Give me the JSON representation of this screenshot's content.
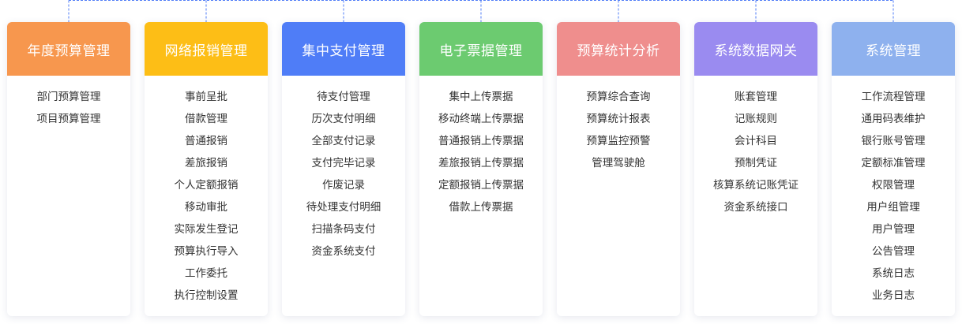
{
  "modules": [
    {
      "title": "年度预算管理",
      "color": "#F7974E",
      "items": [
        "部门预算管理",
        "项目预算管理"
      ]
    },
    {
      "title": "网络报销管理",
      "color": "#FDBE16",
      "items": [
        "事前呈批",
        "借款管理",
        "普通报销",
        "差旅报销",
        "个人定额报销",
        "移动审批",
        "实际发生登记",
        "预算执行导入",
        "工作委托",
        "执行控制设置"
      ]
    },
    {
      "title": "集中支付管理",
      "color": "#4F7DF7",
      "items": [
        "待支付管理",
        "历次支付明细",
        "全部支付记录",
        "支付完毕记录",
        "作废记录",
        "待处理支付明细",
        "扫描条码支付",
        "资金系统支付"
      ]
    },
    {
      "title": "电子票据管理",
      "color": "#6CCB70",
      "items": [
        "集中上传票据",
        "移动终端上传票据",
        "普通报销上传票据",
        "差旅报销上传票据",
        "定额报销上传票据",
        "借款上传票据"
      ]
    },
    {
      "title": "预算统计分析",
      "color": "#EF8E8D",
      "items": [
        "预算综合查询",
        "预算统计报表",
        "预算监控预警",
        "管理驾驶舱"
      ]
    },
    {
      "title": "系统数据网关",
      "color": "#9A8BF0",
      "items": [
        "账套管理",
        "记账规则",
        "会计科目",
        "预制凭证",
        "核算系统记账凭证",
        "资金系统接口"
      ]
    },
    {
      "title": "系统管理",
      "color": "#8EB1EE",
      "items": [
        "工作流程管理",
        "通用码表维护",
        "银行账号管理",
        "定额标准管理",
        "权限管理",
        "用户组管理",
        "用户管理",
        "公告管理",
        "系统日志",
        "业务日志"
      ]
    }
  ],
  "connector_color": "#4F7DF7"
}
